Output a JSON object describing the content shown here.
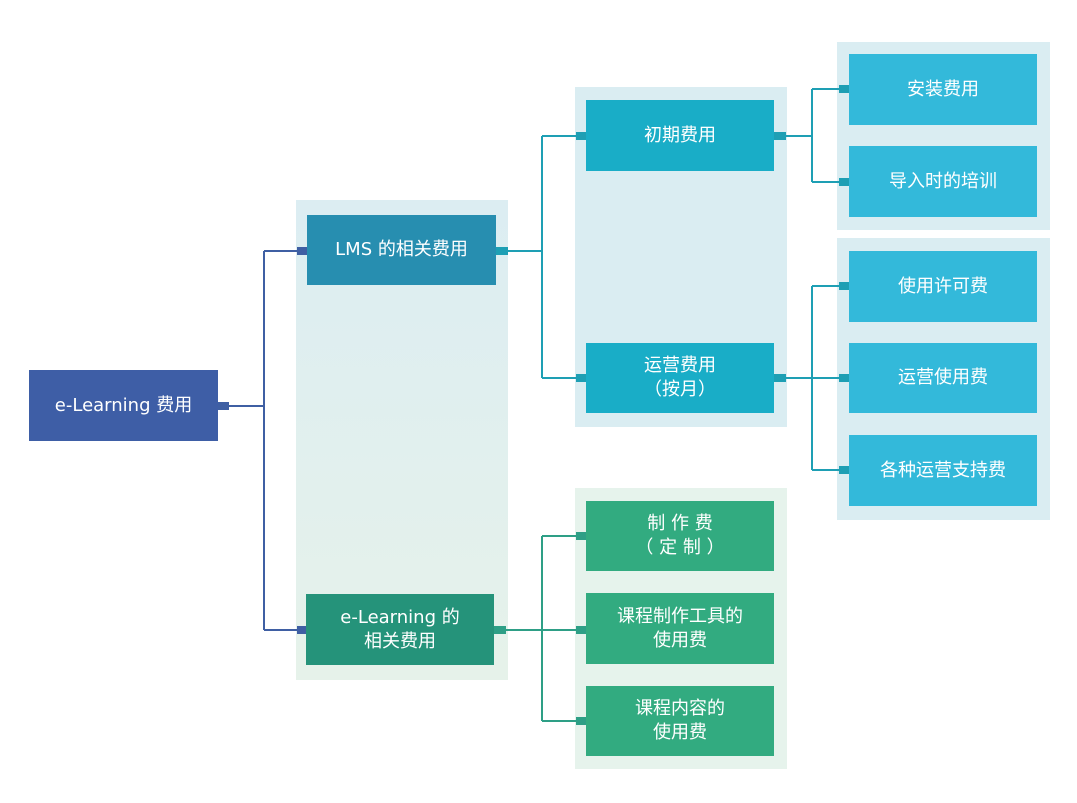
{
  "colors": {
    "root": "#3e5ea6",
    "lms": "#278eb0",
    "lms_child": "#19adc7",
    "lms_leaf": "#33b9da",
    "elearning": "#25937a",
    "elearning_child": "#32ab80",
    "panel_blue": "#daedf2",
    "panel_green": "#e6f3ec",
    "line_navy": "#3f5fa3",
    "line_teal": "#1e9fb4",
    "line_green": "#2e9f86"
  },
  "root": {
    "label": "e-Learning 费用"
  },
  "branches": {
    "lms": {
      "label": "LMS 的相关费用",
      "initial": {
        "label": "初期费用",
        "items": [
          "安装费用",
          "导入时的培训"
        ]
      },
      "operation": {
        "label": "运营费用\n（按月）",
        "items": [
          "使用许可费",
          "运营使用费",
          "各种运营支持费"
        ]
      }
    },
    "elearning": {
      "label": "e-Learning 的\n相关费用",
      "items": [
        "制 作 费\n（  定 制  ）",
        "课程制作工具的\n使用费",
        "课程内容的\n使用费"
      ]
    }
  }
}
